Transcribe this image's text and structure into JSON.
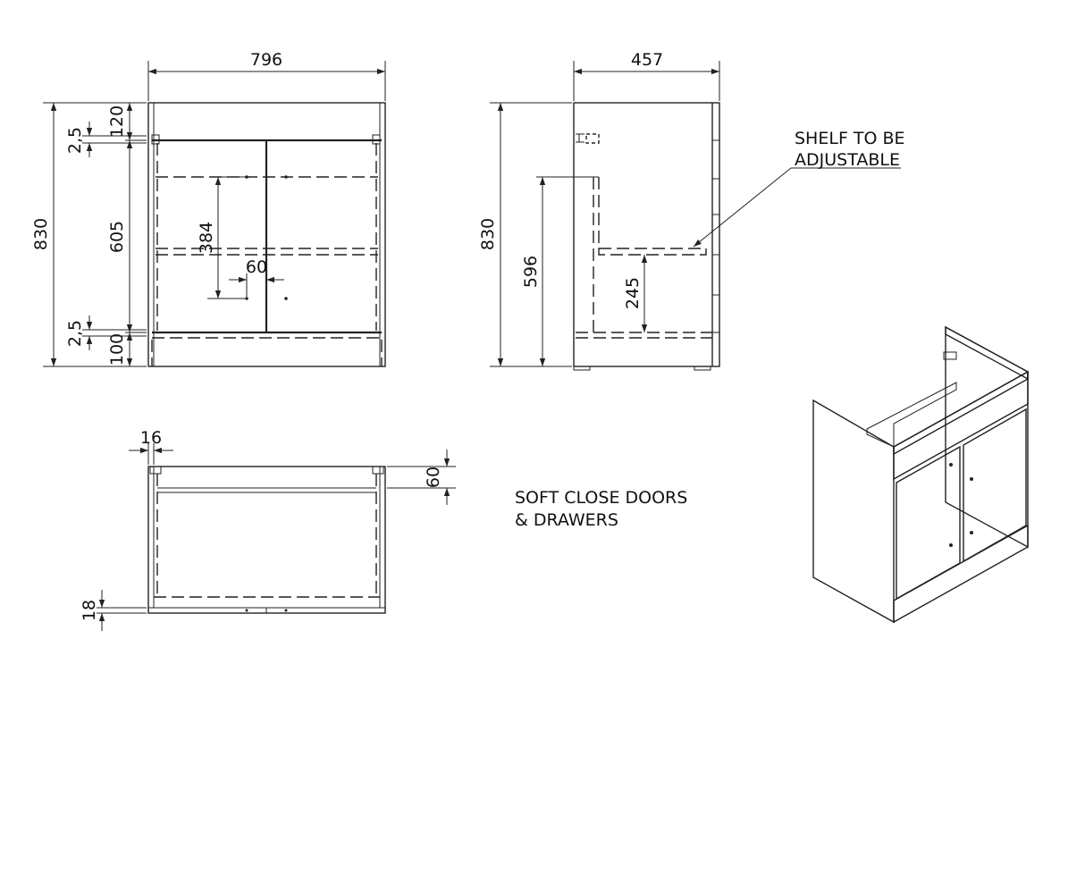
{
  "front_view": {
    "width": "796",
    "height": "830",
    "top_rail": "120",
    "top_gap": "2,5",
    "door_height": "605",
    "bottom_gap": "2,5",
    "plinth": "100",
    "shelf_gap": "384",
    "handle_offset": "60"
  },
  "side_view": {
    "depth": "457",
    "height": "830",
    "inner_height": "596",
    "shelf_height": "245"
  },
  "top_view": {
    "panel_thickness": "16",
    "rail_depth": "60",
    "base_thickness": "18"
  },
  "notes": {
    "shelf_line1": "SHELF TO BE",
    "shelf_line2": "ADJUSTABLE",
    "soft_close_line1": "SOFT CLOSE DOORS",
    "soft_close_line2": "& DRAWERS"
  },
  "colors": {
    "carcass": "#5c5c5c",
    "door_face": "#9a9a9a",
    "top_face": "#d4d4d4",
    "line": "#222222"
  }
}
